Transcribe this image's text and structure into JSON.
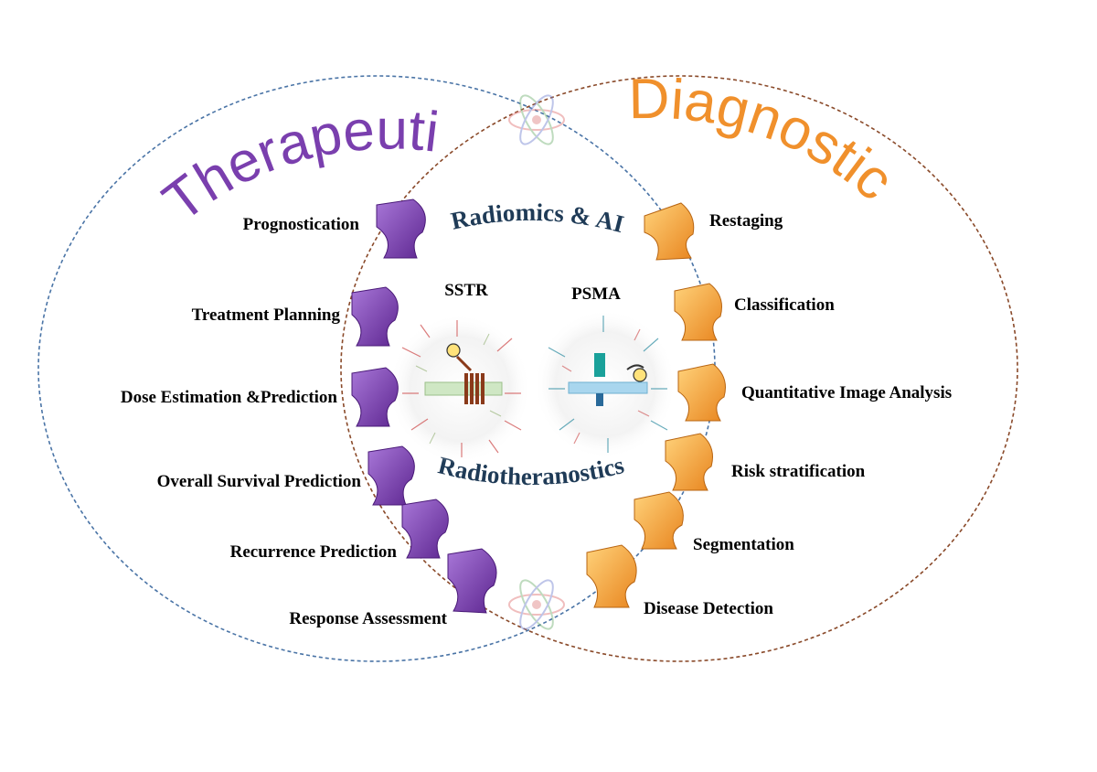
{
  "titles": {
    "left": "Therapeutics",
    "right": "Diagnostics",
    "center_top": "Radiomics & AI",
    "center_bottom": "Radiotheranostics"
  },
  "molecules": {
    "left": "SSTR",
    "right": "PSMA"
  },
  "therapeutics_items": [
    "Prognostication",
    "Treatment Planning",
    "Dose Estimation &Prediction",
    "Overall Survival Prediction",
    "Recurrence Prediction",
    "Response Assessment"
  ],
  "diagnostics_items": [
    "Restaging",
    "Classification",
    "Quantitative Image Analysis",
    "Risk stratification",
    "Segmentation",
    "Disease Detection"
  ],
  "colors": {
    "therapeutics": "#7a3fae",
    "diagnostics": "#f0902c",
    "center_text": "#1f3b57",
    "left_circle": "#4a74a6",
    "right_circle": "#8a4a2a"
  }
}
